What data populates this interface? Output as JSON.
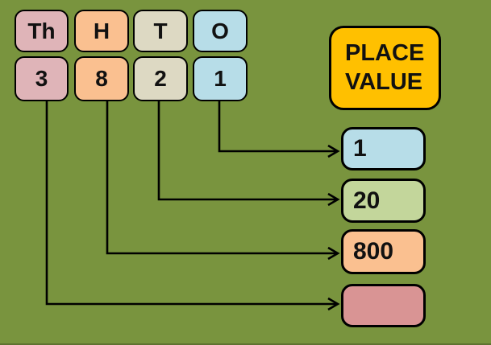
{
  "background_color": "#79943E",
  "columns": [
    {
      "name": "thousands",
      "label": "Th",
      "digit": "3",
      "color": "#DFB4B8"
    },
    {
      "name": "hundreds",
      "label": "H",
      "digit": "8",
      "color": "#FAC090"
    },
    {
      "name": "tens",
      "label": "T",
      "digit": "2",
      "color": "#DDD9C3"
    },
    {
      "name": "ones",
      "label": "O",
      "digit": "1",
      "color": "#B7DDE8"
    }
  ],
  "title_box": {
    "line1": "PLACE",
    "line2": "VALUE",
    "color": "#FFC000"
  },
  "results": [
    {
      "name": "ones-value",
      "value": "1",
      "color": "#B7DDE8"
    },
    {
      "name": "tens-value",
      "value": "20",
      "color": "#C3D69B"
    },
    {
      "name": "hundreds-value",
      "value": "800",
      "color": "#FAC090"
    },
    {
      "name": "thousands-value",
      "value": "",
      "color": "#D99494"
    }
  ]
}
